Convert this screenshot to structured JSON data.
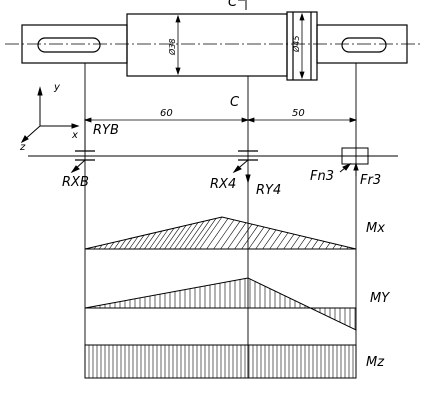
{
  "labels": {
    "section_mark": "C",
    "section_top": "C",
    "axis_y": "y",
    "axis_x": "x",
    "axis_z": "z",
    "ryb": "RYB",
    "rxb": "RXB",
    "rx4": "RX4",
    "ry4": "RY4",
    "fn3": "Fn3",
    "fr3": "Fr3",
    "mx": "Mx",
    "my": "MY",
    "mz": "Mz",
    "dim_left": "60",
    "dim_right": "50",
    "dia_main": "Ø38",
    "dia_collar": "Ø45"
  },
  "colors": {
    "ink": "#000000",
    "background": "#ffffff"
  }
}
